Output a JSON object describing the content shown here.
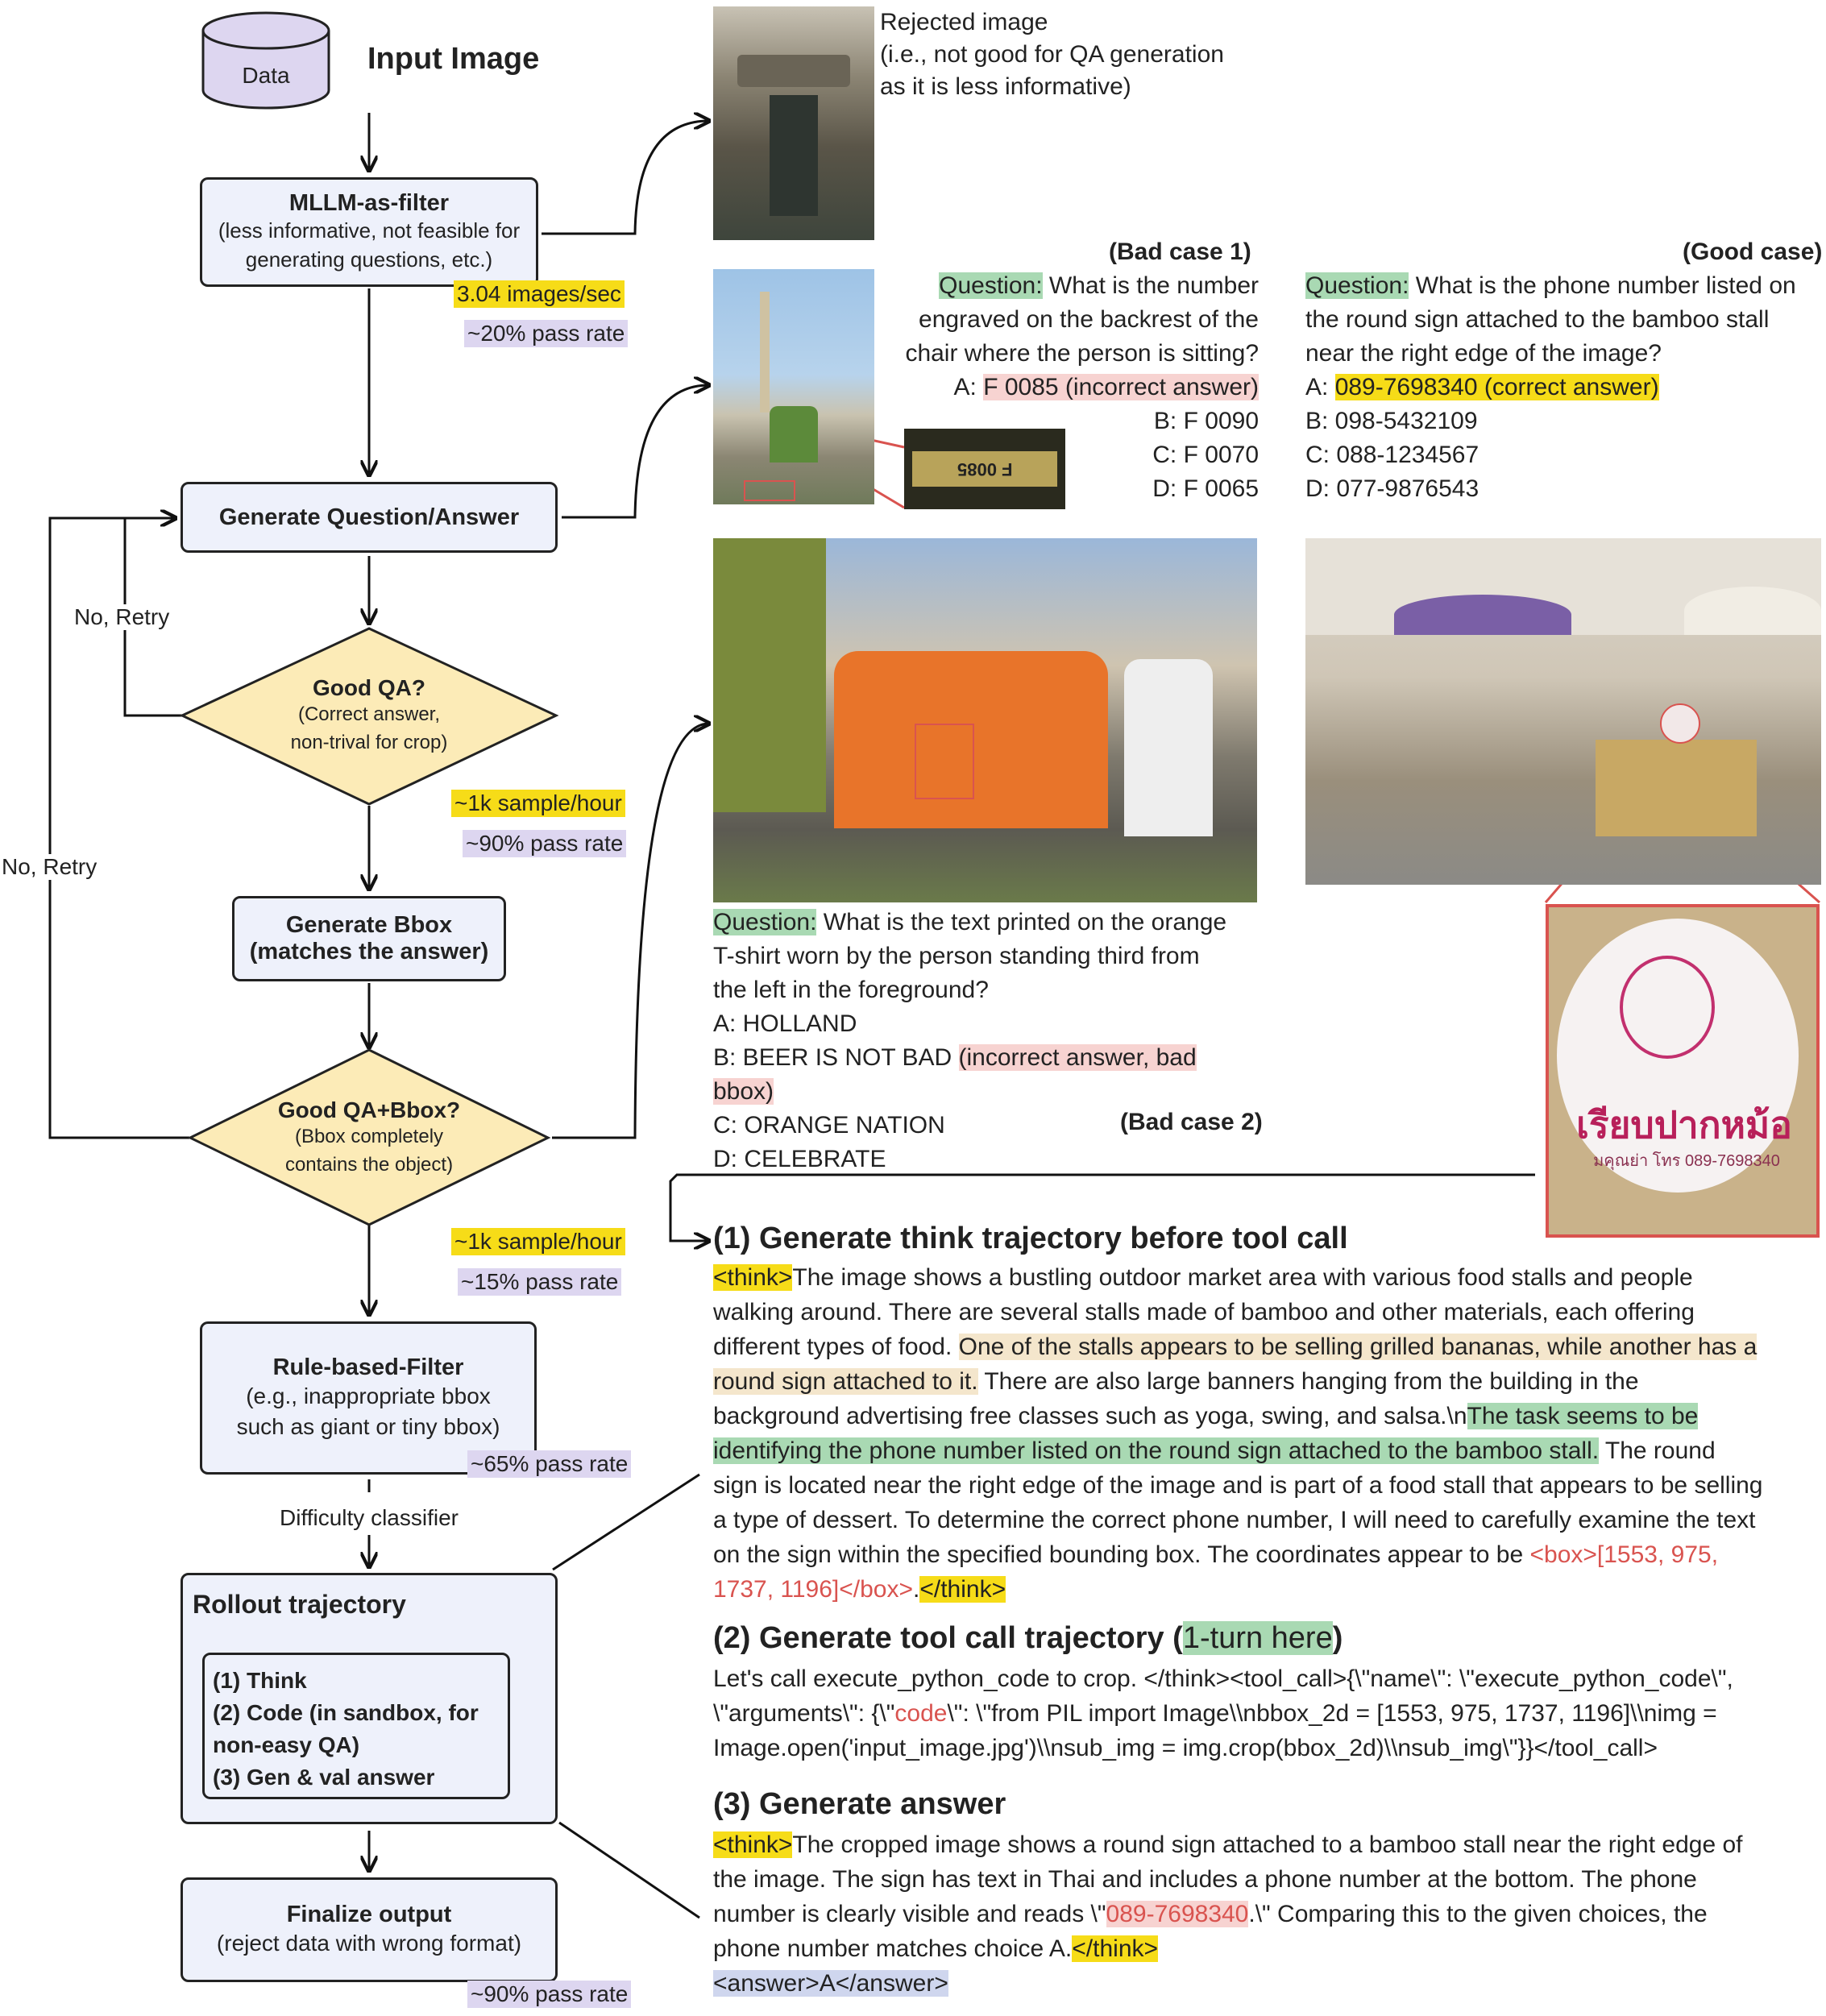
{
  "input": {
    "db_label": "Data",
    "title": "Input Image"
  },
  "rejected": {
    "line1": "Rejected image",
    "line2": "(i.e., not good for QA generation",
    "line3": "as it is less informative)"
  },
  "nodes": {
    "mllm_filter": {
      "title": "MLLM-as-filter",
      "sub1": "(less informative, not feasible for",
      "sub2": "generating questions, etc.)"
    },
    "gen_qa": {
      "title": "Generate Question/Answer"
    },
    "good_qa": {
      "title": "Good QA?",
      "sub1": "(Correct answer,",
      "sub2": "non-trival for crop)"
    },
    "gen_bbox": {
      "title1": "Generate  Bbox",
      "title2": "(matches the answer)"
    },
    "good_qa_bbox": {
      "title": "Good QA+Bbox?",
      "sub1": "(Bbox completely",
      "sub2": "contains the object)"
    },
    "rule_filter": {
      "title": "Rule-based-Filter",
      "sub1": "(e.g., inappropriate bbox",
      "sub2": "such as giant or tiny bbox)"
    },
    "difficulty": "Difficulty classifier",
    "rollout": {
      "title": "Rollout trajectory",
      "i1": "(1) Think",
      "i2": "(2) Code (in sandbox, for",
      "i3": "non-easy QA)",
      "i4": "(3) Gen & val answer"
    },
    "finalize": {
      "title": "Finalize output",
      "sub": "(reject data with wrong format)"
    }
  },
  "metrics": {
    "m1": "3.04 images/sec",
    "m2": "~20% pass rate",
    "m3": "~1k sample/hour",
    "m4": "~90% pass rate",
    "m5": "~1k sample/hour",
    "m6": "~15%  pass rate",
    "m7": "~65% pass rate",
    "m8": "~90% pass rate"
  },
  "retry": {
    "r1": "No, Retry",
    "r2": "No, Retry"
  },
  "bad1": {
    "label": "(Bad case 1)",
    "q_label": "Question:",
    "q1": " What is the number",
    "q2": "engraved on the backrest of the",
    "q3": "chair where the person is sitting?",
    "a_prefix": "A: ",
    "a_hl": "F 0085 (incorrect answer)",
    "b": "B: F 0090",
    "c": "C: F 0070",
    "d": "D: F 0065",
    "crop_text": "F 0085"
  },
  "good": {
    "label": "(Good case)",
    "q_label": "Question:",
    "q1": " What is the phone number listed on",
    "q2": "the round sign attached to the bamboo stall",
    "q3": "near the right edge of the image?",
    "a_prefix": "A: ",
    "a_hl": "089-7698340 (correct answer)",
    "b": "B: 098-5432109",
    "c": "C: 088-1234567",
    "d": "D: 077-9876543",
    "sign_thai": "เรียบปากหม้อ",
    "sign_small": "มคุณย่า โทร 089-7698340"
  },
  "bad2": {
    "label": "(Bad case 2)",
    "q_label": "Question:",
    "q1": " What is the text printed on the orange",
    "q2": "T-shirt worn by the person standing third from",
    "q3": "the left in the foreground?",
    "a": "A: HOLLAND",
    "b_prefix": "B: BEER IS NOT BAD ",
    "b_hl": "(incorrect answer, bad bbox)",
    "c": "C: ORANGE NATION",
    "d": "D: CELEBRATE"
  },
  "step1": {
    "heading": "(1) Generate think trajectory before tool call",
    "think_open": "<think>",
    "l1": "The image shows a bustling outdoor market area with various food stalls and people",
    "l2": "walking around. There are several stalls made of bamboo and other materials, each offering",
    "l3a": "different types of food. ",
    "l3b": "One of the stalls appears to be selling grilled bananas, while another has a",
    "l4a": "round sign attached to it.",
    "l4b": " There are also large banners hanging from the building in the",
    "l5a": "background advertising free classes such as yoga, swing, and salsa.\\n",
    "l5b": "The task seems to be",
    "l6a": "identifying the phone number listed on the round sign attached to the bamboo stall.",
    "l6b": " The round",
    "l7": "sign is located near the right edge of the image and is part of a food stall that appears to be selling",
    "l8": "a type of dessert. To determine the correct phone number, I will need to carefully examine the text",
    "l9a": "on the sign within the specified bounding box. The coordinates appear to be ",
    "l9b": "<box>[1553, 975,",
    "l10a": "1737, 1196]</box>",
    "l10b": ".",
    "think_close": "</think>"
  },
  "step2": {
    "heading_a": "(2) Generate tool call trajectory (",
    "heading_hl": "1-turn here",
    "heading_b": ")",
    "l1": "Let's call execute_python_code to crop. </think><tool_call>{\\\"name\\\": \\\"execute_python_code\\\",",
    "l2a": "\\\"arguments\\\": {\\\"",
    "l2b": "code",
    "l2c": "\\\": \\\"from PIL import Image\\\\nbbox_2d = [1553, 975, 1737, 1196]\\\\nimg =",
    "l3": "Image.open('input_image.jpg')\\\\nsub_img = img.crop(bbox_2d)\\\\nsub_img\\\"}}</tool_call>"
  },
  "step3": {
    "heading": "(3) Generate answer",
    "think_open": "<think>",
    "l1": "The cropped image shows a round sign attached to a bamboo stall near the right edge of",
    "l2": "the image. The sign has text in Thai and includes a phone number at the bottom. The phone",
    "l3a": "number is clearly visible and reads \\\"",
    "l3b": "089-7698340",
    "l3c": ".\\\" Comparing this to the given choices, the",
    "l4": "phone number matches choice A.",
    "think_close": "</think>",
    "answer": "<answer>A</answer>"
  },
  "colors": {
    "node_fill": "#eef1fb",
    "diamond_fill": "#fcebb7",
    "metric_yellow": "#f6dc18",
    "metric_purple": "#ddd6f0",
    "highlight_green": "#a9d9b3",
    "highlight_red": "#f7d3d1",
    "crop_border": "#d9534f"
  }
}
